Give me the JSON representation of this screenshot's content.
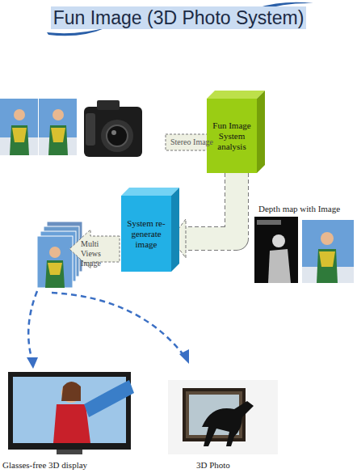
{
  "diagram": {
    "title": "Fun Image (3D Photo System)",
    "nodes": [
      {
        "text": [
          "Fun Image System analysis"
        ]
      },
      {
        "text": [
          "System re-generate image"
        ]
      }
    ],
    "edges": [
      {
        "from": 0,
        "to": 1,
        "arrow": "to"
      }
    ],
    "labels": [
      "Stereo Image",
      "Depth map with Image",
      "Multi Views Image",
      "Glasses-free 3D display",
      "3D Photo"
    ]
  }
}
